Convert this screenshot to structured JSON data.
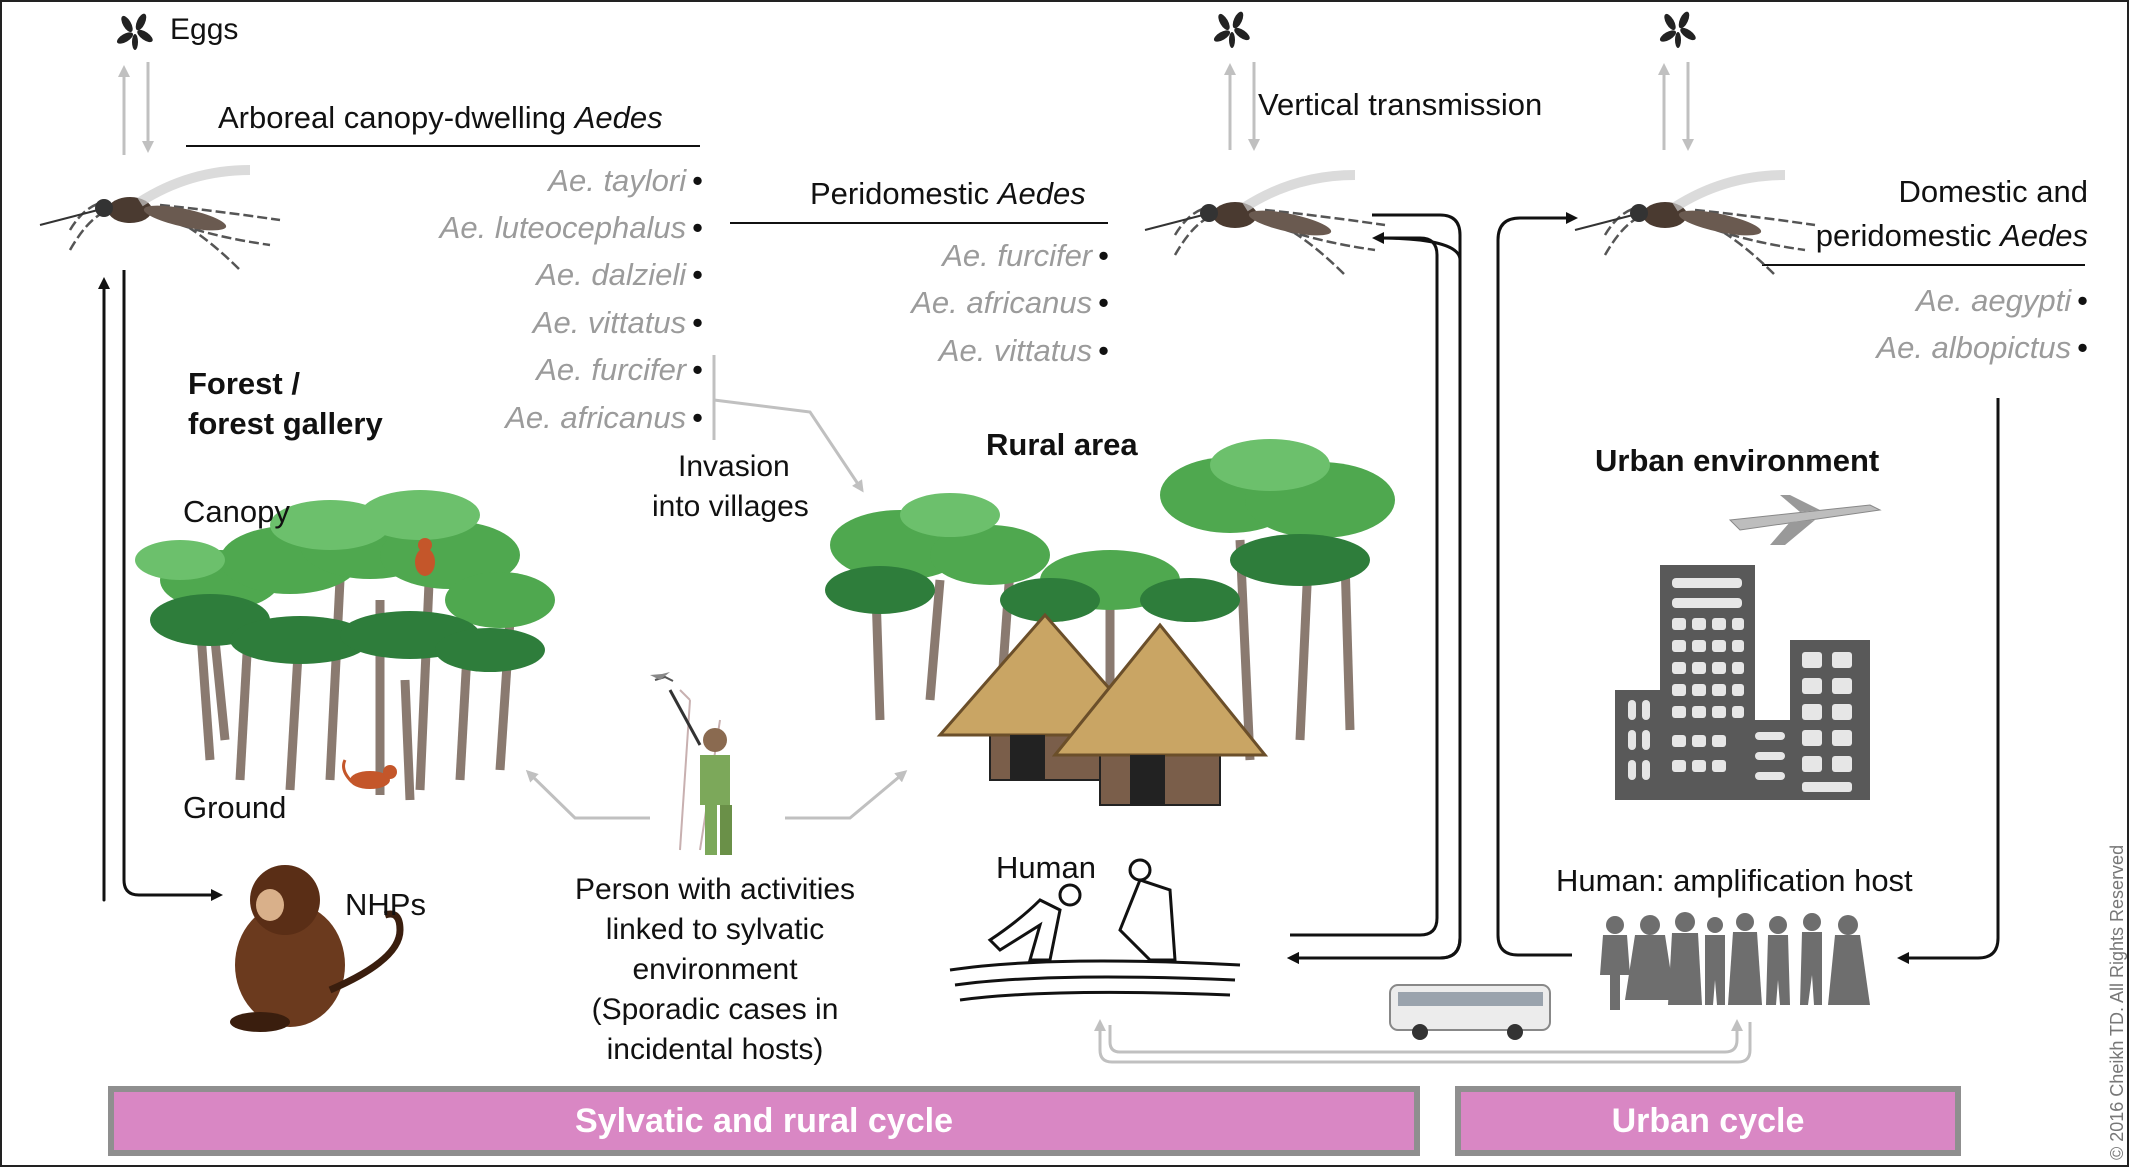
{
  "labels": {
    "eggs": "Eggs",
    "vertical_transmission": "Vertical transmission",
    "arboreal_heading_prefix": "Arboreal canopy-dwelling ",
    "arboreal_heading_genus": "Aedes",
    "peridomestic_heading_prefix": "Peridomestic ",
    "peridomestic_heading_genus": "Aedes",
    "domestic_heading_line1": "Domestic and",
    "domestic_heading_line2_prefix": "peridomestic ",
    "domestic_heading_genus": "Aedes",
    "forest_line1": "Forest /",
    "forest_line2": "forest gallery",
    "canopy": "Canopy",
    "ground": "Ground",
    "nhps": "NHPs",
    "invasion_line1": "Invasion",
    "invasion_line2": "into villages",
    "rural_area": "Rural area",
    "human": "Human",
    "person_line1": "Person with activities",
    "person_line2": "linked to sylvatic",
    "person_line3": "environment",
    "person_line4": "(Sporadic cases in",
    "person_line5": "incidental hosts)",
    "urban_environment": "Urban environment",
    "human_amplification": "Human: amplification host",
    "copyright": "© 2016 Cheikh TD. All Rights Reserved"
  },
  "species": {
    "arboreal": [
      "Ae. taylori",
      "Ae. luteocephalus",
      "Ae. dalzieli",
      "Ae. vittatus",
      "Ae. furcifer",
      "Ae. africanus"
    ],
    "peridomestic": [
      "Ae. furcifer",
      "Ae. africanus",
      "Ae. vittatus"
    ],
    "domestic": [
      "Ae. aegypti",
      "Ae. albopictus"
    ]
  },
  "bands": {
    "sylvatic": "Sylvatic and rural cycle",
    "urban": "Urban cycle"
  },
  "colors": {
    "band_fill": "#d987c4",
    "band_border": "#8f8f8f",
    "species_text": "#9b9b9b",
    "arrow_dark": "#111111",
    "arrow_light": "#c0c0c0",
    "tree_green": "#4fa84f",
    "building": "#595959",
    "monkey": "#6b3a1e"
  }
}
